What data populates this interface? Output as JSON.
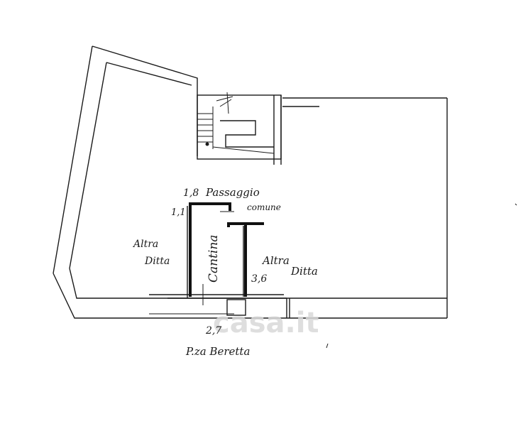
{
  "labels": {
    "passaggio": "Passaggio",
    "comune": "comune",
    "cantina": "Cantina",
    "altra_left": "Altra",
    "ditta_left": "Ditta",
    "altra_right": "Altra",
    "ditta_right": "Ditta",
    "piazza": "P.za Beretta"
  },
  "dimensions": {
    "top": "1,8",
    "side": "1,1",
    "depth": "3,6",
    "width": "2,7"
  },
  "watermark": "casa.it"
}
